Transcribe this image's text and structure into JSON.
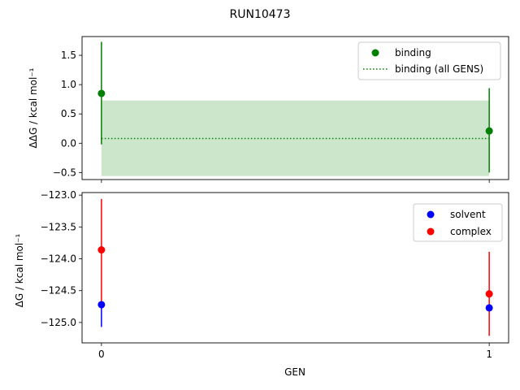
{
  "suptitle": "RUN10473",
  "colors": {
    "green": "#008000",
    "blue": "#0000ff",
    "red": "#ff0000",
    "band": "#cce6cc"
  },
  "chart_data": [
    {
      "type": "scatter",
      "ylabel": "ΔΔG / kcal mol⁻¹",
      "ylim": [
        -0.62,
        1.82
      ],
      "yticks": [
        -0.5,
        0.0,
        0.5,
        1.0,
        1.5
      ],
      "ytick_labels": [
        "−0.5",
        "0.0",
        "0.5",
        "1.0",
        "1.5"
      ],
      "xlim": [
        -0.05,
        1.05
      ],
      "x": [
        0,
        1
      ],
      "series": [
        {
          "name": "binding",
          "marker": "point",
          "color": "#008000",
          "values": [
            0.85,
            0.21
          ],
          "err_low": [
            -0.02,
            -0.5
          ],
          "err_high": [
            1.73,
            0.94
          ]
        },
        {
          "name": "binding (all GENS)",
          "marker": "dotted-line",
          "color": "#008000",
          "value": 0.08,
          "band": [
            -0.56,
            0.73
          ]
        }
      ],
      "legend": "top-right",
      "grid": false
    },
    {
      "type": "scatter",
      "ylabel": "ΔG / kcal mol⁻¹",
      "xlabel": "GEN",
      "ylim": [
        -125.32,
        -122.96
      ],
      "yticks": [
        -125.0,
        -124.5,
        -124.0,
        -123.5,
        -123.0
      ],
      "ytick_labels": [
        "−125.0",
        "−124.5",
        "−124.0",
        "−123.5",
        "−123.0"
      ],
      "xlim": [
        -0.05,
        1.05
      ],
      "x": [
        0,
        1
      ],
      "xtick_labels": [
        "0",
        "1"
      ],
      "series": [
        {
          "name": "solvent",
          "color": "#0000ff",
          "values": [
            -124.72,
            -124.77
          ],
          "err_low": [
            -125.07,
            -124.77
          ],
          "err_high": [
            -124.72,
            -124.77
          ]
        },
        {
          "name": "complex",
          "color": "#ff0000",
          "values": [
            -123.86,
            -124.55
          ],
          "err_low": [
            -124.72,
            -125.21
          ],
          "err_high": [
            -123.06,
            -123.89
          ]
        }
      ],
      "legend": "top-right",
      "grid": false
    }
  ]
}
